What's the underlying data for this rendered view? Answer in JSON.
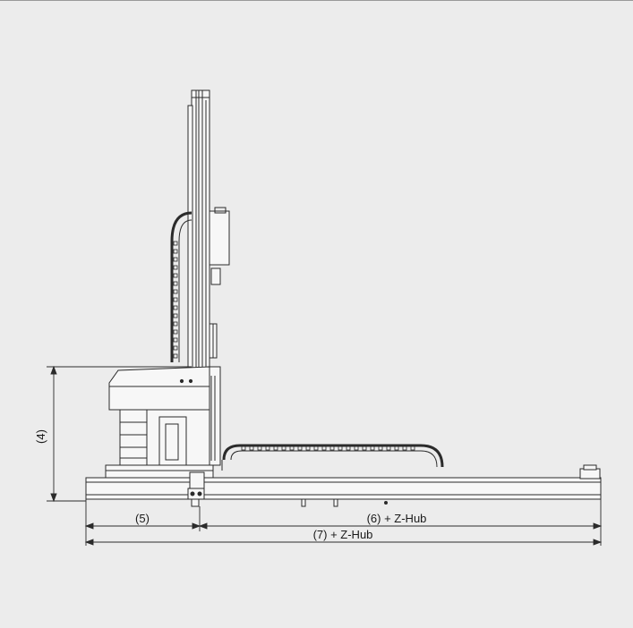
{
  "dimensions": {
    "height_label": "(4)",
    "left_span_label": "(5)",
    "right_span_label": "(6) + Z-Hub",
    "total_span_label": "(7) + Z-Hub"
  },
  "colors": {
    "background": "#ececec",
    "line": "#2b2b2b",
    "body_fill": "#f7f7f7"
  }
}
